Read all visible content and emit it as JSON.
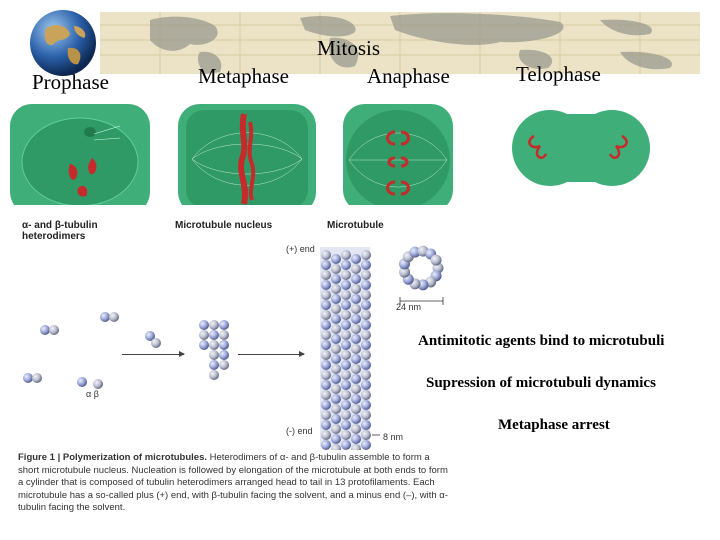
{
  "slide": {
    "title": "Mitosis",
    "phases": {
      "prophase": "Prophase",
      "metaphase": "Metaphase",
      "anaphase": "Anaphase",
      "telophase": "Telophase"
    }
  },
  "figure": {
    "label_heterodimers": "α- and β-tubulin heterodimers",
    "label_nucleus": "Microtubule nucleus",
    "label_microtubule": "Microtubule",
    "plus_end": "(+) end",
    "minus_end": "(-) end",
    "diameter": "24 nm",
    "spacing": "8 nm",
    "alpha_beta": "α  β",
    "caption_lead": "Figure 1 | Polymerization of microtubules.",
    "caption_body": " Heterodimers of α- and β-tubulin assemble to form a short microtubule nucleus. Nucleation is followed by elongation of the microtubule at both ends to form a cylinder that is composed of tubulin heterodimers arranged head to tail in 13 protofilaments. Each microtubule has a so-called plus (+) end, with β-tubulin facing the solvent, and a minus end (–), with α-tubulin facing the solvent."
  },
  "notes": {
    "line1": "Antimitotic agents bind to microtubuli",
    "line2": "Supression of microtubuli dynamics",
    "line3": "Metaphase arrest"
  },
  "colors": {
    "banner": "#e8dcb8",
    "cell": "#3fae78",
    "chromosome": "#c62a2a",
    "tubulin": "#9aa6d8"
  }
}
